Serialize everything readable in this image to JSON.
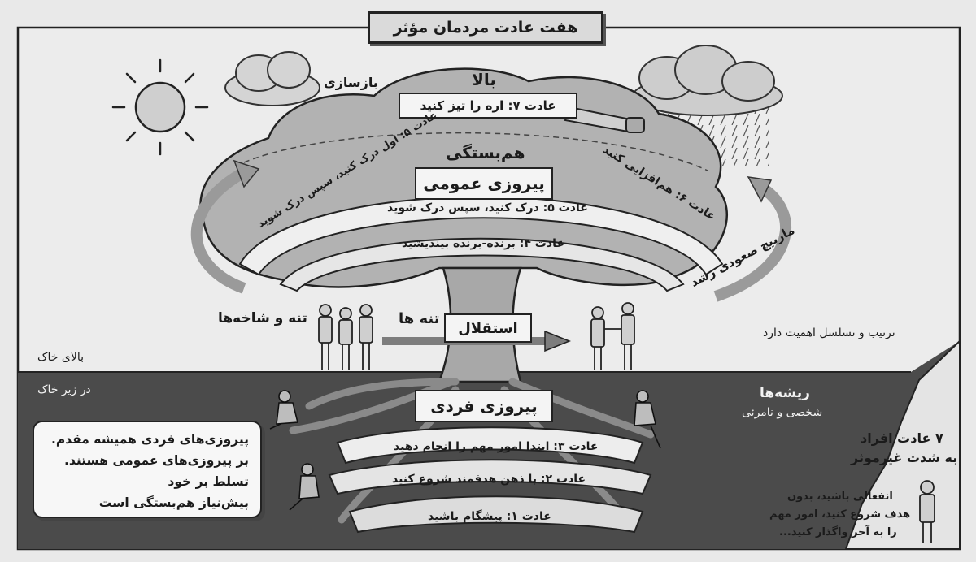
{
  "title": "هفت عادت مردمان مؤثر",
  "labels": {
    "top": "بالا",
    "renewal": "بازسازی",
    "interdependence": "هم‌بستگی",
    "public_victory": "پیروزی عمومی",
    "private_victory": "پیروزی فردی",
    "trunk": "تنه ها",
    "independence": "استقلال",
    "trunk_and_branches": "تنه و شاخه‌ها",
    "upward_spiral": "مارپیچ صعودی رشد",
    "sequence_matters": "ترتیب و تسلسل اهمیت دارد",
    "above_ground": "بالای خاک",
    "below_ground": "در زیر خاک",
    "roots_title": "ریشه‌ها",
    "roots_subtitle": "شخصی و نامرئی",
    "ineffective_title_1": "۷ عادت افراد",
    "ineffective_title_2": "به شدت غیرموثر"
  },
  "habits": {
    "h7": "عادت ۷: اره را تیز کنید",
    "h6": "عادت ۶: هم‌افزایی کنید",
    "h5_left": "عادت ۵: اول درک کنید، سپس درک شوید",
    "h5_center": "عادت ۵: درک کنید، سپس درک شوید",
    "h4": "عادت ۴: برنده-برنده بیندیشید",
    "h3": "عادت ۳: ابتدا امور مهم را انجام دهید",
    "h2": "عادت ۲: با ذهن هدفمند شروع کنید",
    "h1": "عادت ۱: پیشگام باشید"
  },
  "note": {
    "line1": "پیروزی‌های فردی همیشه مقدم.",
    "line2": "بر پیروزی‌های عمومی هستند.",
    "line3": "تسلط بر خود",
    "line4": "پیش‌نیاز هم‌بستگی است"
  },
  "ineffective_note": {
    "line1": "انفعالی باشید، بدون",
    "line2": "هدف شروع کنید، امور مهم",
    "line3": "را به آخر واگذار کنید..."
  }
}
